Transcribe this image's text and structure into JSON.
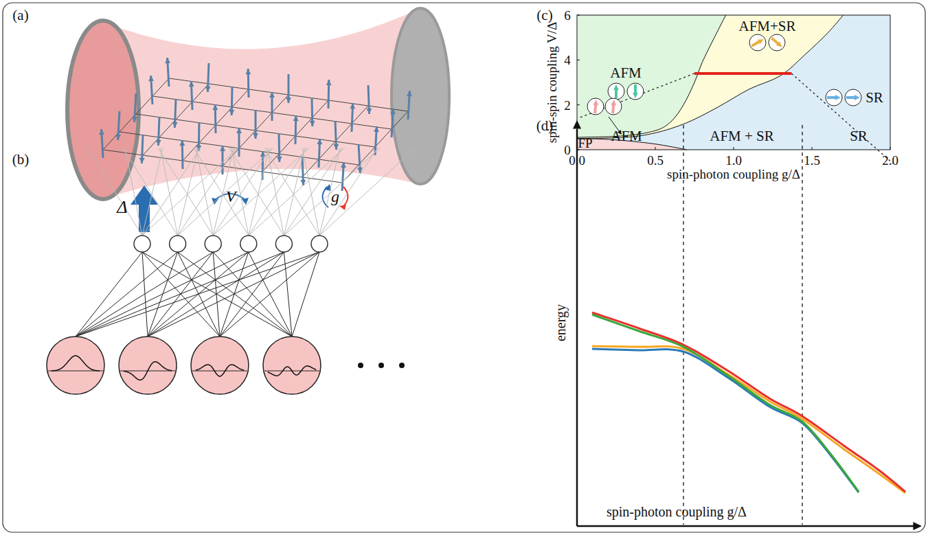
{
  "diagram": {
    "labels": [
      "(a)",
      "Δ",
      "V",
      "g",
      "(b)",
      "(c)",
      "6",
      "4",
      "2",
      "0",
      "0.0",
      "0.5",
      "1.0",
      "1.5",
      "2.0",
      "spin-spin coupling V/Δ",
      "spin-photon coupling g/Δ",
      "AFM",
      "AFM+SR",
      "SR",
      "FP",
      "(d)",
      "AFM",
      "AFM + SR",
      "SR",
      "energy",
      "spin-photon coupling g/Δ"
    ]
  }
}
